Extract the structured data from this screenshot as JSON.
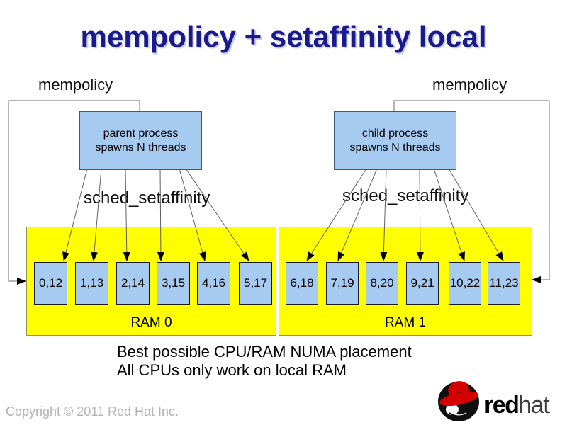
{
  "title": "mempolicy + setaffinity local",
  "left": {
    "mempolicy": "mempolicy",
    "process_line1": "parent process",
    "process_line2": "spawns N threads",
    "sched": "sched_setaffinity",
    "ram_label": "RAM 0",
    "cpus": [
      "0,12",
      "1,13",
      "2,14",
      "3,15",
      "4,16",
      "5,17"
    ]
  },
  "right": {
    "mempolicy": "mempolicy",
    "process_line1": "child process",
    "process_line2": "spawns N threads",
    "sched": "sched_setaffinity",
    "ram_label": "RAM 1",
    "cpus": [
      "6,18",
      "7,19",
      "8,20",
      "9,21",
      "10,22",
      "11,23"
    ]
  },
  "caption": {
    "line1": "Best possible CPU/RAM NUMA placement",
    "line2": "All CPUs only work on local RAM"
  },
  "footer": {
    "copyright": "Copyright © 2011 Red Hat Inc."
  },
  "logo": {
    "red": "red",
    "hat": "hat",
    "mark": "."
  },
  "colors": {
    "title_blue": "#1a1a8f",
    "box_blue": "#A6CAF0",
    "ram_yellow": "#FFFF00",
    "redhat_red": "#d40000"
  }
}
